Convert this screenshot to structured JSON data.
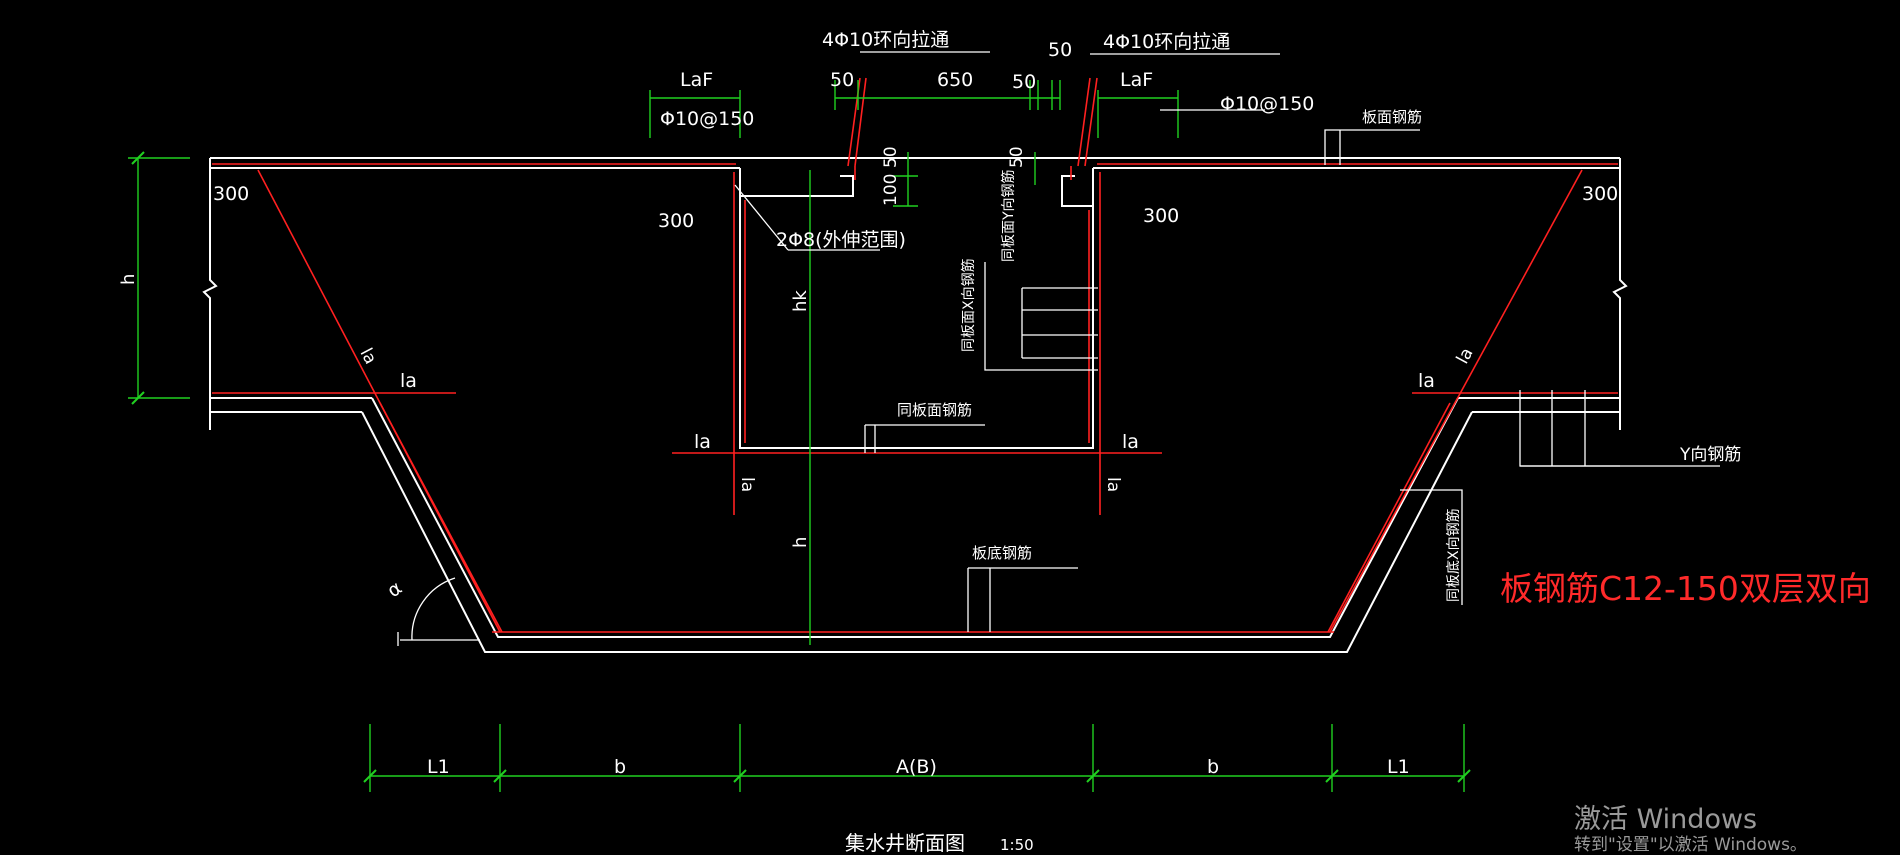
{
  "colors": {
    "background": "#000000",
    "concrete": "#ffffff",
    "rebar": "#ff2020",
    "dimension": "#20d020",
    "label": "#ffffff",
    "note": "#ff2a2a",
    "watermark": "#9a9a9a"
  },
  "labels": {
    "ring_bar_left": "4Φ10环向拉通",
    "ring_bar_right": "4Φ10环向拉通",
    "laf_left": "LaF",
    "laf_right": "LaF",
    "stirrup_left": "Φ10@150",
    "stirrup_right": "Φ10@150",
    "slab_top_rebar": "板面钢筋",
    "dim_300_top_left": "300",
    "dim_300_mid_left": "300",
    "dim_300_mid_right": "300",
    "dim_300_top_right": "300",
    "dim_50_a": "50",
    "dim_650": "650",
    "dim_50_b": "50",
    "dim_50_c": "50",
    "dim_50_d": "50",
    "dim_50_e": "50",
    "dim_100": "100",
    "two_phi8": "2Φ8(外伸范围)",
    "same_y_rebar": "同板面Y向钢筋",
    "same_x_rebar": "同板面X向钢筋",
    "hk": "hk",
    "h_left": "h",
    "h_center": "h",
    "la_slope_left": "la",
    "la_left": "la",
    "la_right": "la",
    "la_slope_right": "la",
    "la_pit_left": "la",
    "la_pit_right": "la",
    "la_vert_left": "la",
    "la_vert_right": "la",
    "same_slab_top": "同板面钢筋",
    "y_rebar": "Y向钢筋",
    "bottom_rebar": "板底钢筋",
    "same_bottom_x": "同板底X向钢筋",
    "alpha": "α",
    "dim_L1_left": "L1",
    "dim_b_left": "b",
    "dim_AB": "A(B)",
    "dim_b_right": "b",
    "dim_L1_right": "L1",
    "title": "集水井断面图",
    "scale": "1:50"
  },
  "note": "板钢筋C12-150双层双向",
  "watermark": {
    "line1": "激活 Windows",
    "line2": "转到\"设置\"以激活 Windows。"
  }
}
